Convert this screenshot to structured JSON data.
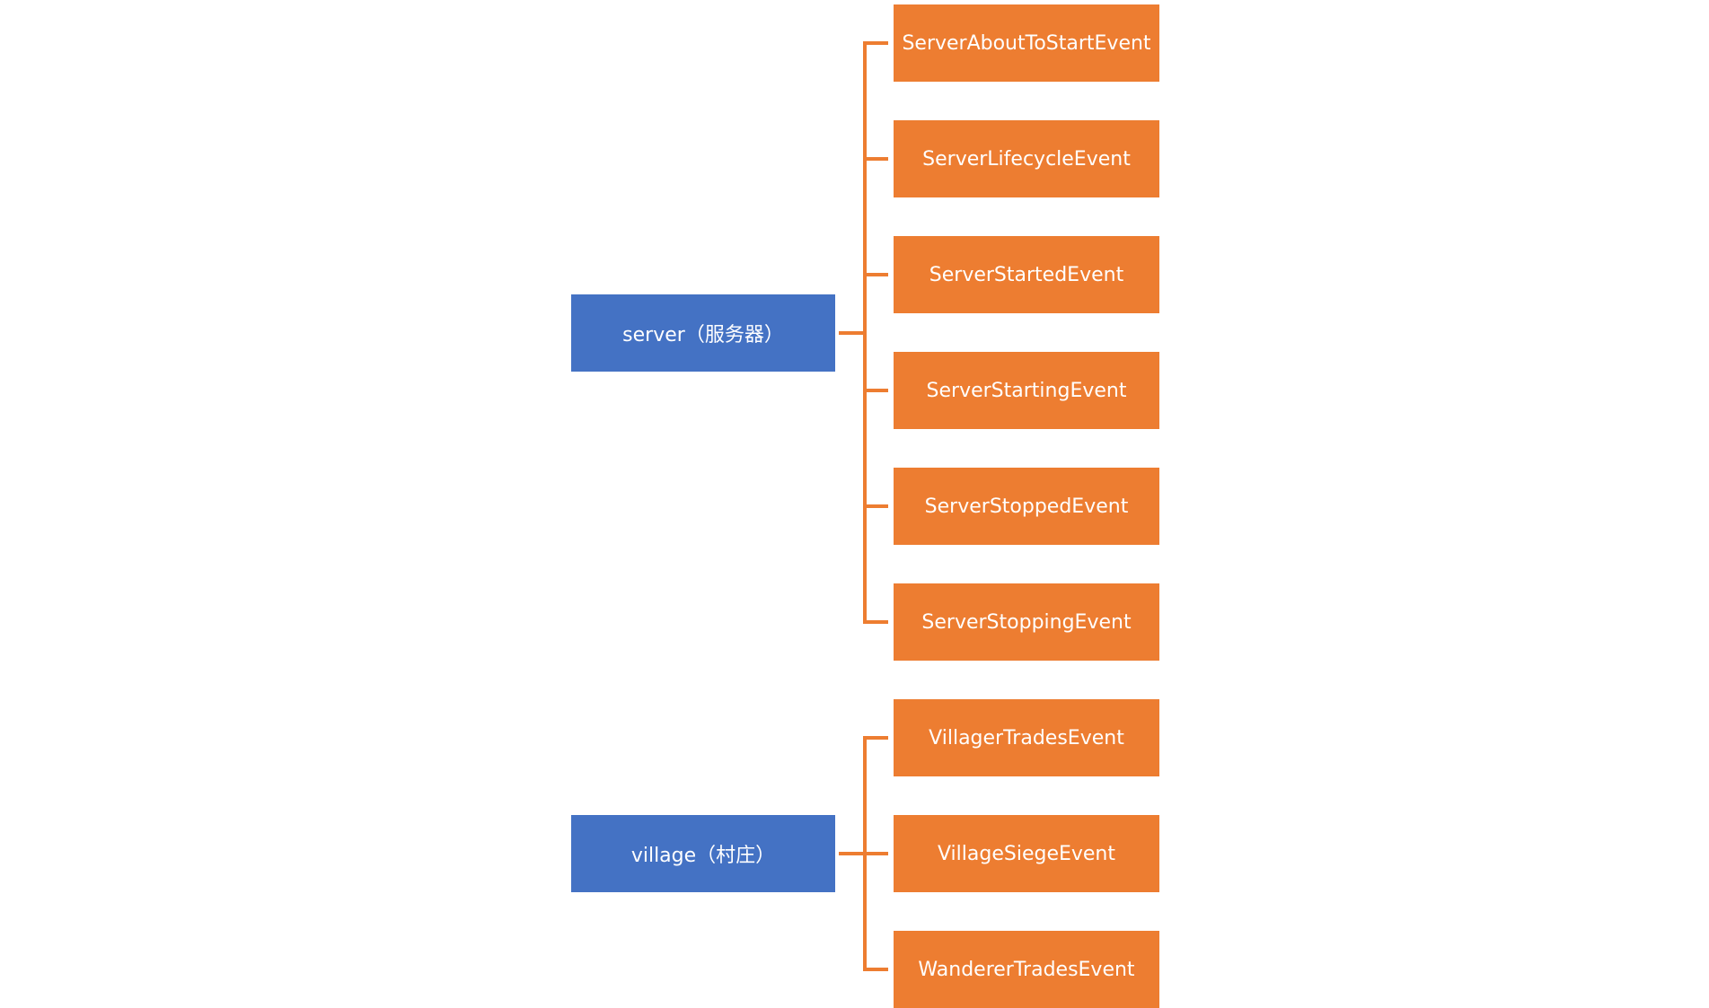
{
  "colors": {
    "parent": "#4472c4",
    "child": "#ed7d31",
    "connector": "#ed7d31",
    "text": "#ffffff"
  },
  "groups": [
    {
      "label": "server（服务器）",
      "children": [
        "ServerAboutToStartEvent",
        "ServerLifecycleEvent",
        "ServerStartedEvent",
        "ServerStartingEvent",
        "ServerStoppedEvent",
        "ServerStoppingEvent"
      ]
    },
    {
      "label": "village（村庄）",
      "children": [
        "VillagerTradesEvent",
        "VillageSiegeEvent",
        "WandererTradesEvent"
      ]
    }
  ]
}
